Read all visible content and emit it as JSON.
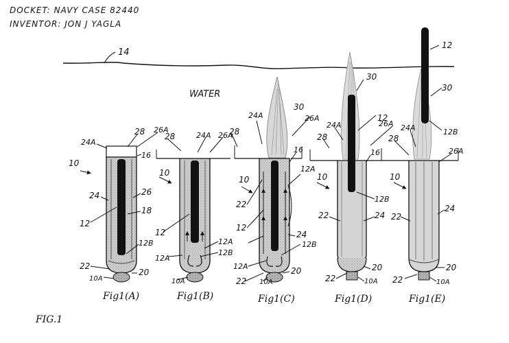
{
  "header": {
    "docket": "DOCKET: NAVY CASE 82440",
    "inventor": "INVENTOR: JON J YAGLA"
  },
  "labels": {
    "surface": "14",
    "water": "WATER",
    "fig_main": "FIG.1"
  },
  "figures": [
    {
      "caption": "Fig1(A)",
      "refs": {
        "device": "10",
        "tube_top_left": "24A",
        "cap": "28",
        "tube_top_right": "26A",
        "wall": "16",
        "outer_left": "24",
        "outer_right": "26",
        "inner": "18",
        "missile": "12",
        "missile_base": "12B",
        "base_left": "22",
        "base_right": "20",
        "plug": "10A"
      }
    },
    {
      "caption": "Fig1(B)",
      "refs": {
        "device": "10",
        "cap": "28",
        "tube_top_left": "24A",
        "tube_top_right": "26A",
        "missile": "12",
        "exhaust_right": "12A",
        "missile_base": "12B",
        "exhaust_left": "12A",
        "plug": "10A"
      }
    },
    {
      "caption": "Fig1(C)",
      "refs": {
        "tube_top_left": "24A",
        "plume": "30",
        "tube_top_right": "26A",
        "cap": "28",
        "wall": "16",
        "exhaust_right": "12A",
        "device": "10",
        "left_a": "22",
        "missile": "12",
        "right_a": "24",
        "missile_base": "12B",
        "exhaust_left": "12A",
        "base_right": "20",
        "base_left": "22",
        "plug": "10A"
      }
    },
    {
      "caption": "Fig1(D)",
      "refs": {
        "plume": "30",
        "tube_top_left": "24A",
        "missile": "12",
        "tube_top_right": "26A",
        "cap": "28",
        "wall": "16",
        "device": "10",
        "missile_base": "12B",
        "left": "22",
        "right": "24",
        "base_right": "20",
        "base_left": "22",
        "plug": "10A"
      }
    },
    {
      "caption": "Fig1(E)",
      "refs": {
        "missile": "12",
        "plume": "30",
        "missile_base": "12B",
        "tube_top_left": "24A",
        "cap": "28",
        "tube_top_right": "26A",
        "device": "10",
        "left": "22",
        "right": "24",
        "base_right": "20",
        "base_left": "22",
        "plug": "10A"
      }
    }
  ]
}
